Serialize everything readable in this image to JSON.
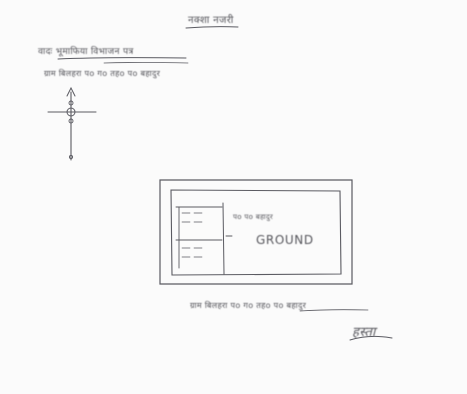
{
  "document": {
    "title": "नक्शा नजरी",
    "subject_line": "वादः भूमाफिया विभाजन पत्र",
    "location_line": "ग्राम बिलहरा पo गo तहo पo बहादुर",
    "plot_label": "GROUND",
    "plot_road_label": "पo पo बहादुर",
    "bottom_location_line": "ग्राम बिलहरा पo गo तहo पo बहादुर",
    "signature": "हस्ता"
  }
}
